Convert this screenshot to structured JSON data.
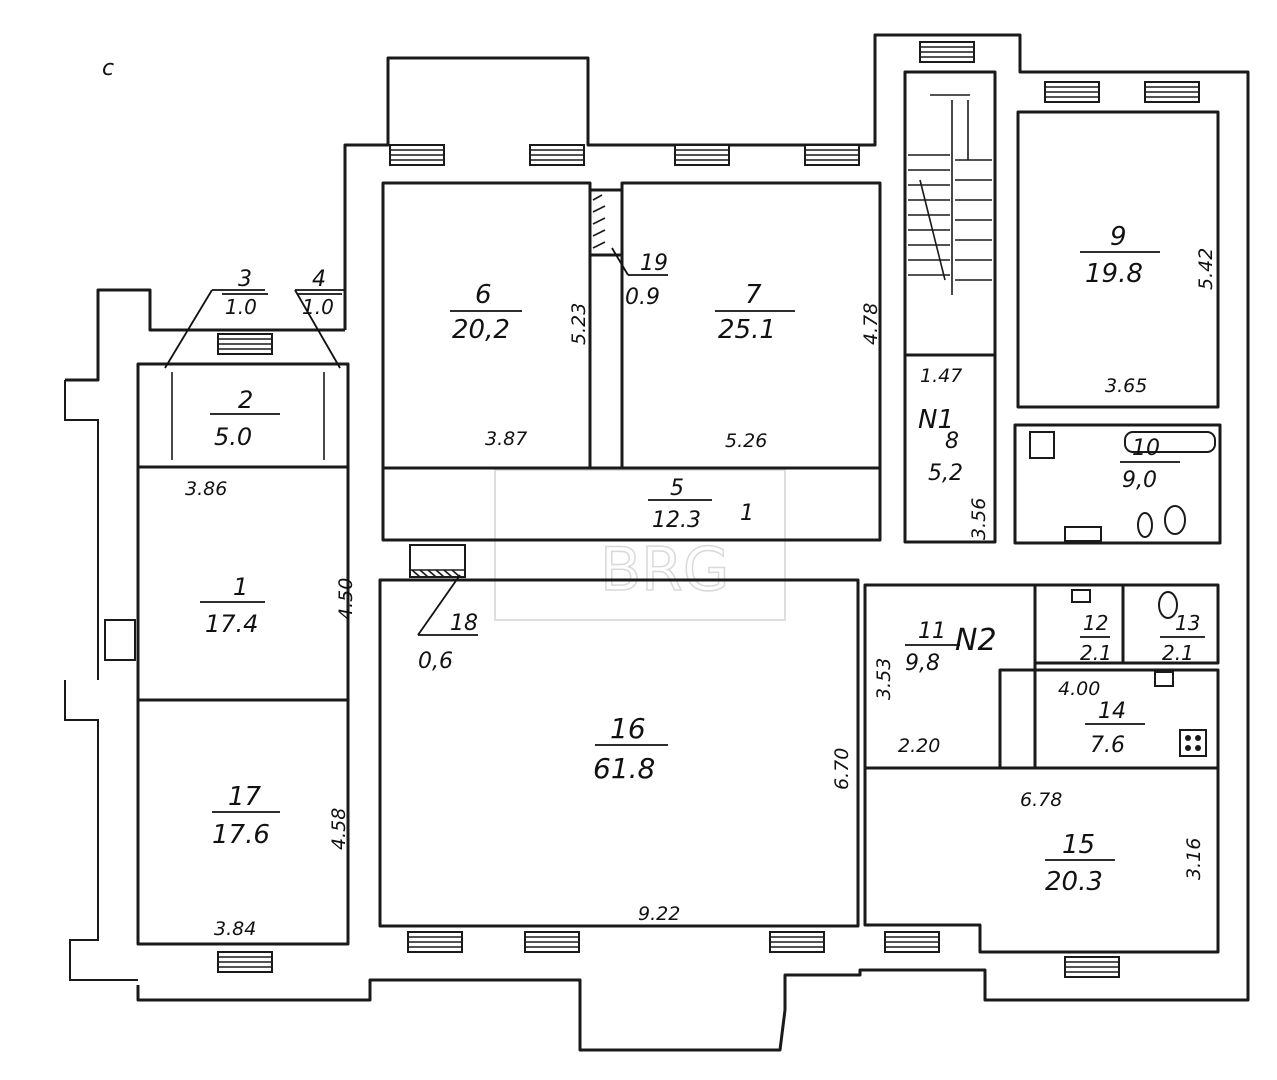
{
  "rooms": [
    {
      "num": "1",
      "area": "17.4"
    },
    {
      "num": "2",
      "area": "5.0"
    },
    {
      "num": "3",
      "area": "1.0"
    },
    {
      "num": "4",
      "area": "1.0"
    },
    {
      "num": "5",
      "area": "12.3"
    },
    {
      "num": "6",
      "area": "20,2"
    },
    {
      "num": "7",
      "area": "25.1"
    },
    {
      "num": "8",
      "area": "5,2"
    },
    {
      "num": "9",
      "area": "19.8"
    },
    {
      "num": "10",
      "area": "9,0"
    },
    {
      "num": "11",
      "area": "9,8"
    },
    {
      "num": "12",
      "area": "2.1"
    },
    {
      "num": "13",
      "area": "2.1"
    },
    {
      "num": "14",
      "area": "7.6"
    },
    {
      "num": "15",
      "area": "20.3"
    },
    {
      "num": "16",
      "area": "61.8"
    },
    {
      "num": "17",
      "area": "17.6"
    },
    {
      "num": "18",
      "area": "0,6"
    },
    {
      "num": "19",
      "area": "0.9"
    }
  ],
  "dimensions": {
    "d1": "3.86",
    "d2": "4.50",
    "d3": "3.87",
    "d4": "5.23",
    "d5": "5.26",
    "d6": "4.78",
    "d7": "1.47",
    "d8": "3.56",
    "d9": "3.65",
    "d10": "5.42",
    "d11": "3.53",
    "d12": "2.20",
    "d13": "4.00",
    "d14": "6.78",
    "d15": "3.16",
    "d16": "6.70",
    "d17": "9.22",
    "d18": "4.58",
    "d19": "3.84"
  },
  "marks": {
    "corner": "с",
    "flat1": "N1",
    "flat2": "N2",
    "note": "1"
  },
  "watermark": "BRG"
}
